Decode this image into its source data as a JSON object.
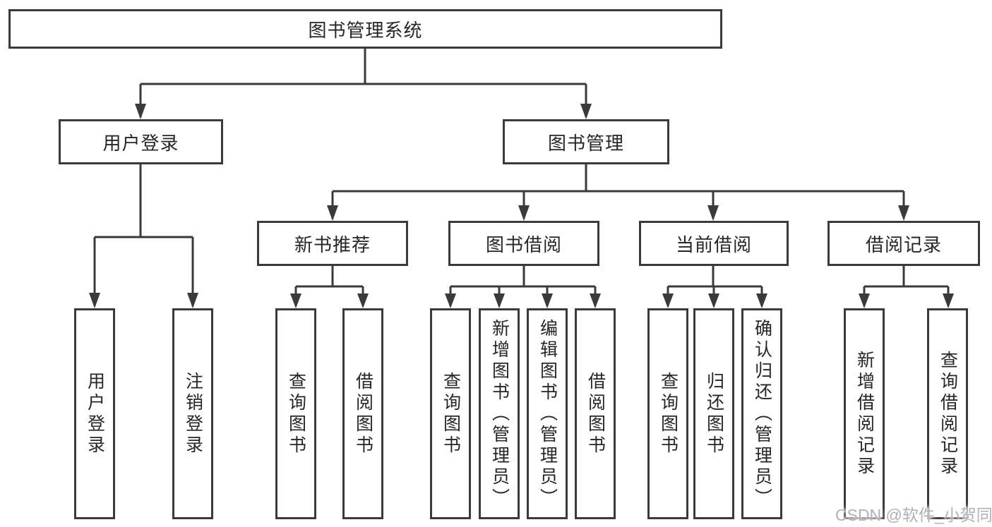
{
  "diagram": {
    "title": "图书管理系统",
    "watermark": "CSDN @软件_小贺同学",
    "colors": {
      "line": "#3a3a3a",
      "border": "#3a3a3a",
      "text": "#262626",
      "background": "#ffffff",
      "watermark": "#aeb2b6"
    },
    "tree": {
      "label": "图书管理系统",
      "children": [
        {
          "label": "用户登录",
          "children": [
            {
              "label": "用户登录"
            },
            {
              "label": "注销登录"
            }
          ]
        },
        {
          "label": "图书管理",
          "children": [
            {
              "label": "新书推荐",
              "children": [
                {
                  "label": "查询图书"
                },
                {
                  "label": "借阅图书"
                }
              ]
            },
            {
              "label": "图书借阅",
              "children": [
                {
                  "label": "查询图书"
                },
                {
                  "label": "新增图书（管理员）"
                },
                {
                  "label": "编辑图书（管理员）"
                },
                {
                  "label": "借阅图书"
                }
              ]
            },
            {
              "label": "当前借阅",
              "children": [
                {
                  "label": "查询图书"
                },
                {
                  "label": "归还图书"
                },
                {
                  "label": "确认归还（管理员）"
                }
              ]
            },
            {
              "label": "借阅记录",
              "children": [
                {
                  "label": "新增借阅记录"
                },
                {
                  "label": "查询借阅记录"
                }
              ]
            }
          ]
        }
      ]
    }
  }
}
